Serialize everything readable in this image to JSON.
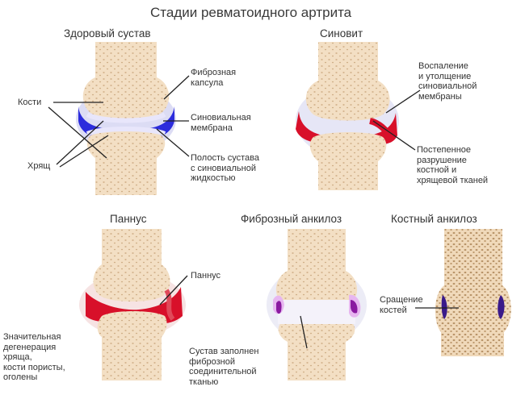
{
  "title": "Стадии ревматоидного артрита",
  "stages": {
    "healthy": "Здоровый сустав",
    "synovitis": "Синовит",
    "pannus": "Паннус",
    "fibrous": "Фиброзный анкилоз",
    "bony": "Костный анкилоз"
  },
  "labels": {
    "bones": "Кости",
    "cartilage": "Хрящ",
    "capsule": [
      "Фиброзная",
      "капсула"
    ],
    "synovial": [
      "Синовиальная",
      "мембрана"
    ],
    "cavity": [
      "Полость сустава",
      "с синовиальной",
      "жидкостью"
    ],
    "inflammation": [
      "Воспаление",
      "и утолщение",
      "синовиальной",
      "мембраны"
    ],
    "destruction": [
      "Постепенное",
      "разрушение",
      "костной и",
      "хрящевой тканей"
    ],
    "pannus": "Паннус",
    "degeneration": [
      "Значительная",
      "дегенерация",
      "хряща,",
      "кости пористы,",
      "оголены"
    ],
    "fibrous_fill": [
      "Сустав заполнен",
      "фиброзной",
      "соединительной",
      "тканью"
    ],
    "fusion": [
      "Сращение",
      "костей"
    ]
  },
  "colors": {
    "bone": "#f3dfc4",
    "pore": "#c9a980",
    "capsule": "#dcdcf4",
    "synovial_healthy": "#2c2cdc",
    "inflamed": "#d8102a",
    "fibrous_purple": "#8a1aa0",
    "line": "#222222"
  }
}
